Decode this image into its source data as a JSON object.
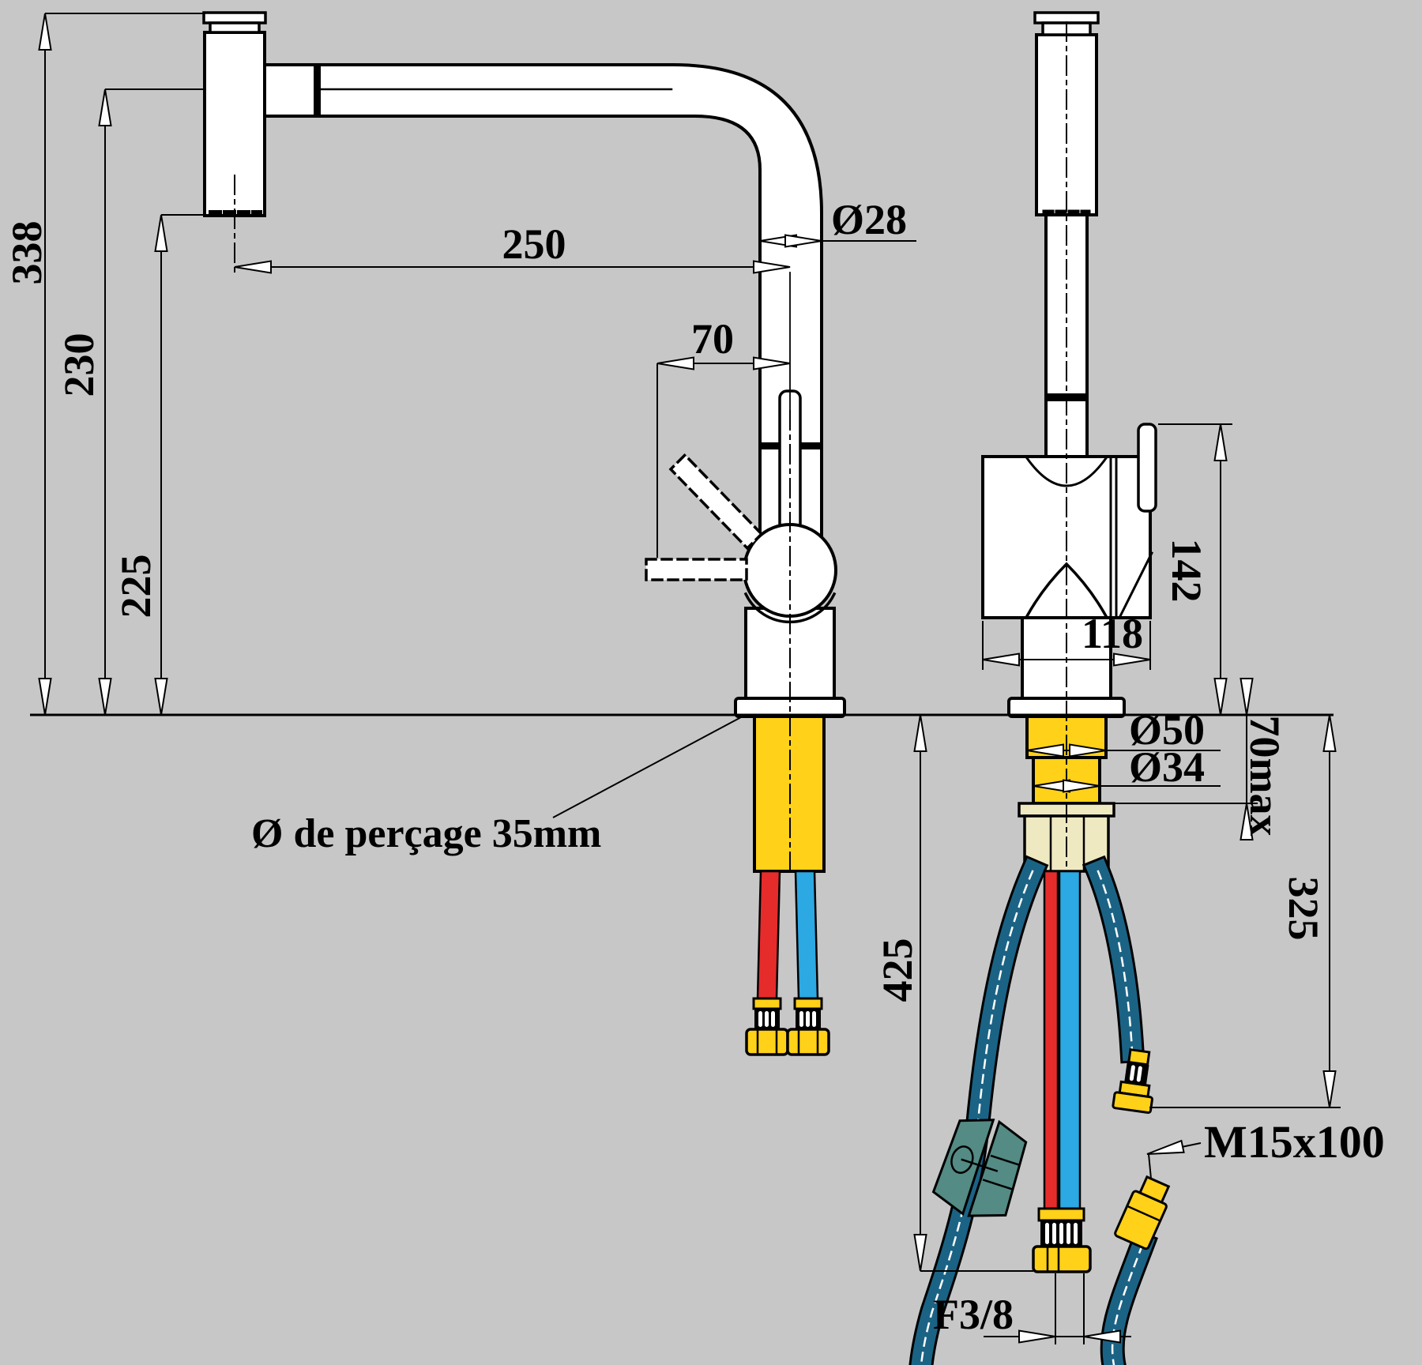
{
  "drawing_type": "faucet installation dimension drawing",
  "colors": {
    "background": "#c7c7c7",
    "line": "#000000",
    "body_white": "#ffffff",
    "brass_yellow": "#ffd118",
    "hot_red": "#e62b2b",
    "cold_blue": "#2ca8e2",
    "spray_hose_teal": "#1b6385",
    "weight_block_teal": "#548b84",
    "mount_nut_beige": "#efe9c2"
  },
  "side_view": {
    "dimensions": {
      "total_height": "338",
      "spout_underside_height": "230",
      "outlet_height": "225",
      "spout_reach": "250",
      "spout_tube_diameter": "Ø28",
      "handle_reach": "70"
    },
    "drill_note": "Ø de perçage 35mm"
  },
  "front_view": {
    "dimensions": {
      "handle_top_height": "142",
      "body_width": "118",
      "base_diameter": "Ø50",
      "shank_diameter": "Ø34",
      "max_counter_thickness": "70max",
      "short_hose_length": "325",
      "long_hose_length": "425"
    },
    "labels": {
      "spray_hose_thread": "M15x100",
      "supply_hose_thread": "F3/8"
    }
  }
}
